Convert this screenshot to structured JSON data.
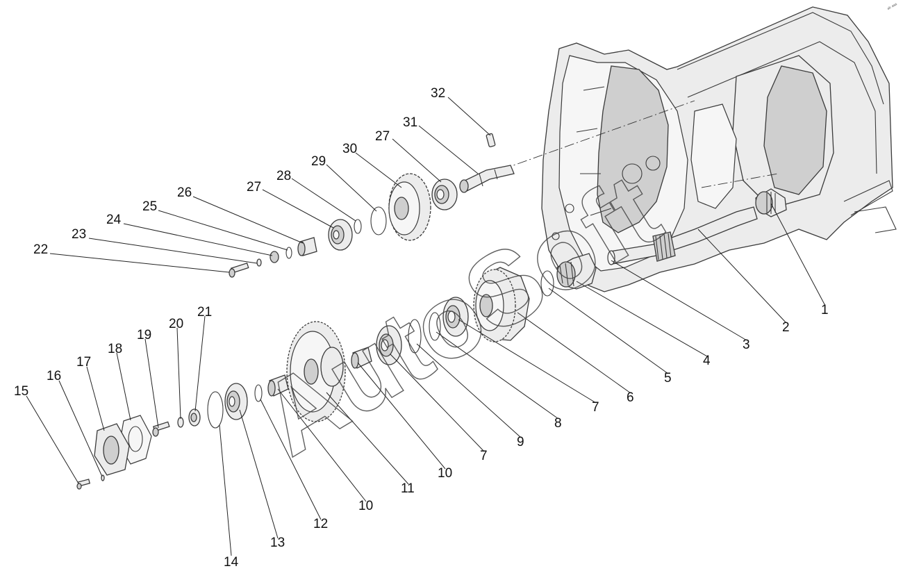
{
  "watermark": "AutoSoft",
  "corner_mark": "ᵃᵇ ᵃᵃᵃ",
  "callouts": {
    "c1": "1",
    "c2": "2",
    "c3": "3",
    "c4": "4",
    "c5": "5",
    "c6": "6",
    "c7a": "7",
    "c7b": "7",
    "c8": "8",
    "c9": "9",
    "c10a": "10",
    "c10b": "10",
    "c11": "11",
    "c12": "12",
    "c13": "13",
    "c14": "14",
    "c15": "15",
    "c16": "16",
    "c17": "17",
    "c18": "18",
    "c19": "19",
    "c20": "20",
    "c21": "21",
    "c22": "22",
    "c23": "23",
    "c24": "24",
    "c25": "25",
    "c26": "26",
    "c27a": "27",
    "c27b": "27",
    "c28": "28",
    "c29": "29",
    "c30": "30",
    "c31": "31",
    "c32": "32"
  }
}
